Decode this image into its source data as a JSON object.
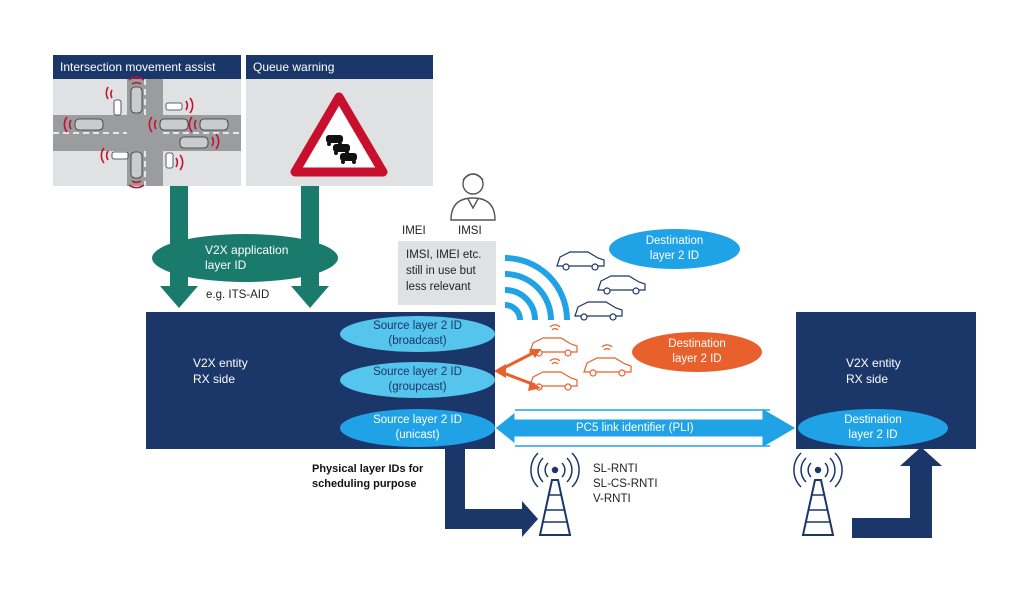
{
  "panels": {
    "intersection_title": "Intersection movement assist",
    "queue_title": "Queue warning"
  },
  "app_layer": {
    "title_line1": "V2X application",
    "title_line2": "layer ID",
    "example": "e.g. ITS-AID"
  },
  "identity": {
    "imei": "IMEI",
    "imsi": "IMSI",
    "note_line1": "IMSI, IMEI etc.",
    "note_line2": "still in use but",
    "note_line3": "less relevant"
  },
  "tx_entity": {
    "line1": "V2X entity",
    "line2": "RX side",
    "source_broadcast_1": "Source layer 2 ID",
    "source_broadcast_2": "(broadcast)",
    "source_groupcast_1": "Source layer 2 ID",
    "source_groupcast_2": "(groupcast)",
    "source_unicast_1": "Source layer 2 ID",
    "source_unicast_2": "(unicast)"
  },
  "rx_entity": {
    "line1": "V2X entity",
    "line2": "RX side",
    "dest_1": "Destination",
    "dest_2": "layer 2 ID"
  },
  "destinations": {
    "blue_1": "Destination",
    "blue_2": "layer 2 ID",
    "orange_1": "Destination",
    "orange_2": "layer 2 ID"
  },
  "pc5_label": "PC5 link identifier (PLI)",
  "physical": {
    "line1": "Physical layer IDs for",
    "line2": "scheduling purpose"
  },
  "rnti": [
    "SL-RNTI",
    "SL-CS-RNTI",
    "V-RNTI"
  ],
  "colors": {
    "navy": "#1b3668",
    "teal": "#1a7a6c",
    "light_blue": "#20a3e6",
    "pale_blue": "#56c5ee",
    "orange": "#e8602c",
    "grey": "#dfe1e3"
  }
}
